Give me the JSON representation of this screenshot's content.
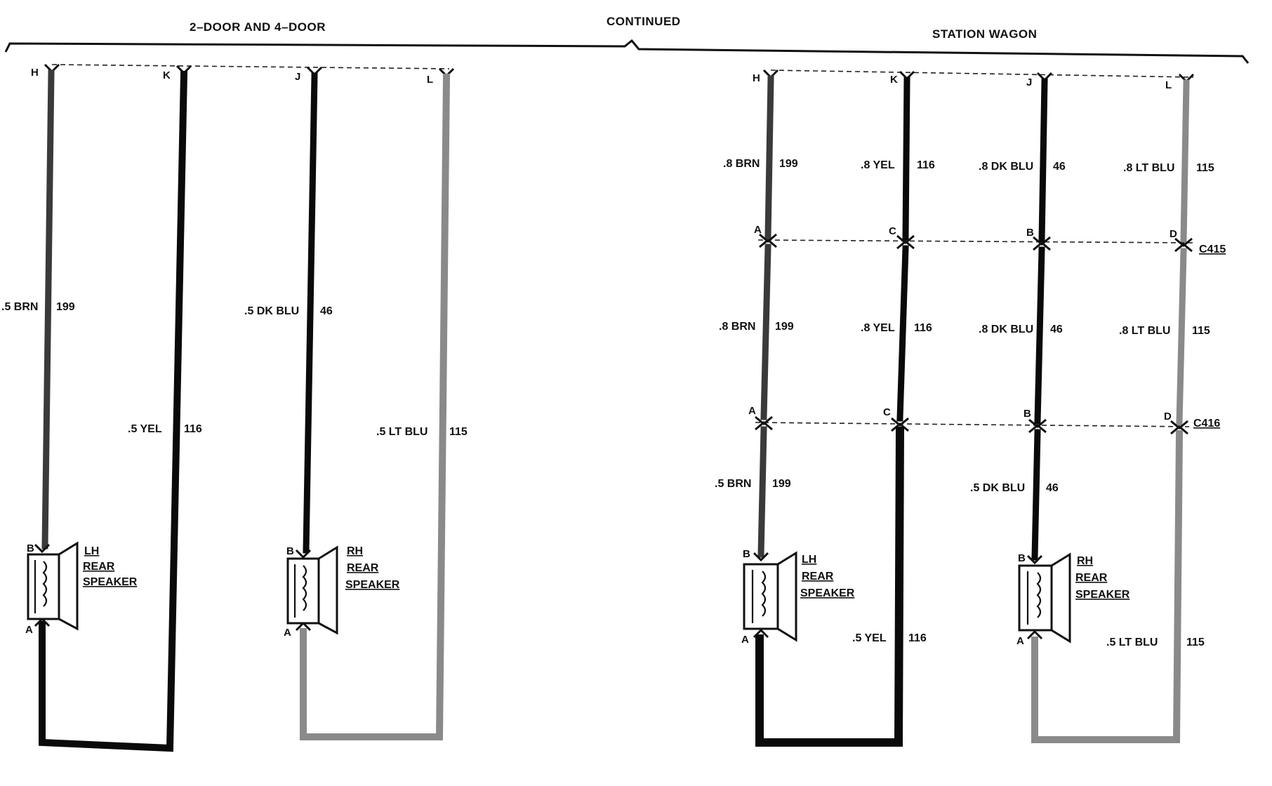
{
  "headers": {
    "left": "2–DOOR AND 4–DOOR",
    "center": "CONTINUED",
    "right": "STATION WAGON"
  },
  "left_section": {
    "pins_top": [
      "H",
      "K",
      "J",
      "L"
    ],
    "wires": [
      {
        "size_color": ".5 BRN",
        "circuit": "199"
      },
      {
        "size_color": ".5 YEL",
        "circuit": "116"
      },
      {
        "size_color": ".5 DK BLU",
        "circuit": "46"
      },
      {
        "size_color": ".5 LT BLU",
        "circuit": "115"
      }
    ],
    "speakers": [
      {
        "line1": "LH",
        "line2": "REAR",
        "line3": "SPEAKER",
        "pin_top": "B",
        "pin_bottom": "A"
      },
      {
        "line1": "RH",
        "line2": "REAR",
        "line3": "SPEAKER",
        "pin_top": "B",
        "pin_bottom": "A"
      }
    ]
  },
  "right_section": {
    "pins_top": [
      "H",
      "K",
      "J",
      "L"
    ],
    "row1": [
      {
        "size_color": ".8 BRN",
        "circuit": "199"
      },
      {
        "size_color": ".8 YEL",
        "circuit": "116"
      },
      {
        "size_color": ".8 DK BLU",
        "circuit": "46"
      },
      {
        "size_color": ".8 LT BLU",
        "circuit": "115"
      }
    ],
    "c415": {
      "name": "C415",
      "pins": [
        "A",
        "C",
        "B",
        "D"
      ]
    },
    "row2": [
      {
        "size_color": ".8 BRN",
        "circuit": "199"
      },
      {
        "size_color": ".8 YEL",
        "circuit": "116"
      },
      {
        "size_color": ".8 DK BLU",
        "circuit": "46"
      },
      {
        "size_color": ".8 LT BLU",
        "circuit": "115"
      }
    ],
    "c416": {
      "name": "C416",
      "pins": [
        "A",
        "C",
        "B",
        "D"
      ]
    },
    "row3": [
      {
        "size_color": ".5 BRN",
        "circuit": "199"
      },
      {
        "size_color": ".5 DK BLU",
        "circuit": "46"
      }
    ],
    "row4": [
      {
        "size_color": ".5 YEL",
        "circuit": "116"
      },
      {
        "size_color": ".5 LT BLU",
        "circuit": "115"
      }
    ],
    "speakers": [
      {
        "line1": "LH",
        "line2": "REAR",
        "line3": "SPEAKER",
        "pin_top": "B",
        "pin_bottom": "A"
      },
      {
        "line1": "RH",
        "line2": "REAR",
        "line3": "SPEAKER",
        "pin_top": "B",
        "pin_bottom": "A"
      }
    ]
  }
}
